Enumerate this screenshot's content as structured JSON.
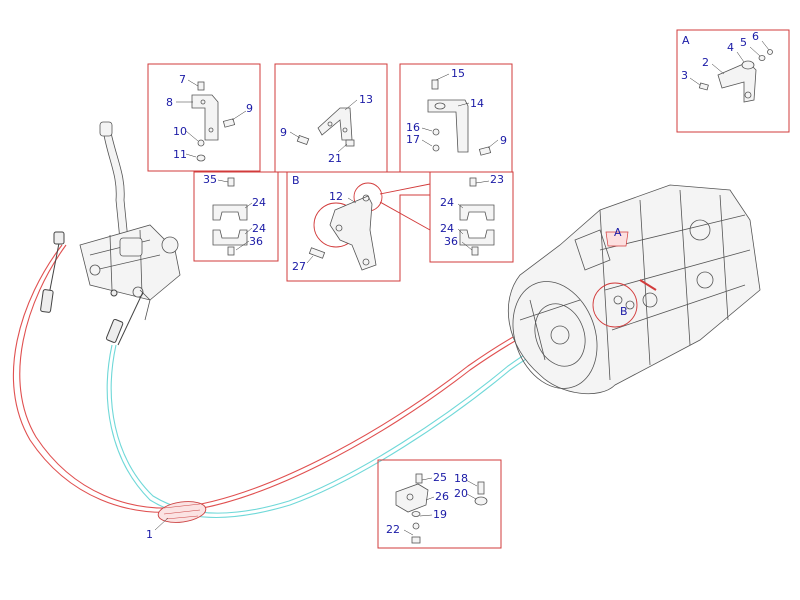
{
  "colors": {
    "label": "#1a1aa6",
    "callout_box": "#d23b3b",
    "cable_red": "#e05050",
    "cable_cyan": "#6fd8d8",
    "part_stroke": "#555555"
  },
  "callouts": {
    "letter_a": "A",
    "letter_b": "B"
  },
  "labels": {
    "p1": "1",
    "p2": "2",
    "p3": "3",
    "p4": "4",
    "p5": "5",
    "p6": "6",
    "p7": "7",
    "p8": "8",
    "p9a": "9",
    "p10": "10",
    "p11": "11",
    "p9b": "9",
    "p21": "21",
    "p13": "13",
    "p15": "15",
    "p14": "14",
    "p16": "16",
    "p17": "17",
    "p9c": "9",
    "p35": "35",
    "p24a": "24",
    "p24b": "24",
    "p36a": "36",
    "p12": "12",
    "p27": "27",
    "p23": "23",
    "p24c": "24",
    "p24d": "24",
    "p36b": "36",
    "p25": "25",
    "p26": "26",
    "p19": "19",
    "p22": "22",
    "p18": "18",
    "p20": "20"
  }
}
